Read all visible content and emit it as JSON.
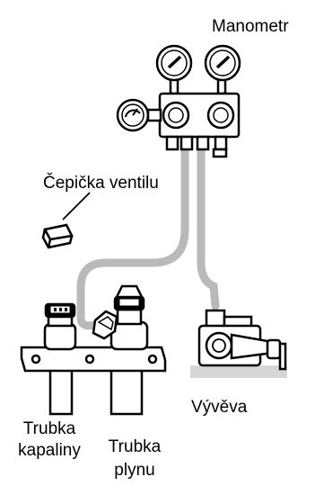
{
  "labels": {
    "manometer": "Manometr",
    "valve_cap": "Čepička ventilu",
    "vacuum_pump": "Vývěva",
    "liquid_pipe_line1": "Trubka",
    "liquid_pipe_line2": "kapaliny",
    "gas_pipe_line1": "Trubka",
    "gas_pipe_line2": "plynu"
  },
  "colors": {
    "hose": "#b9b9b9",
    "outline": "#000000",
    "pump_base": "#d6d6d6",
    "background": "#ffffff"
  }
}
